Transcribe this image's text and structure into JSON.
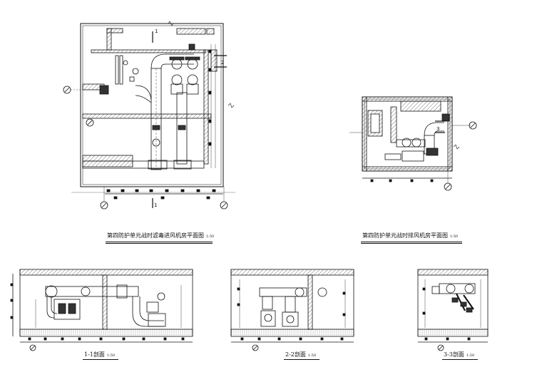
{
  "drawings": {
    "plan_intake": {
      "title": "第四防护单元战时滤毒进风机房平面图",
      "scale": "1:50",
      "mark_top": "1",
      "mark_right": "2",
      "mark_bottom": "1"
    },
    "plan_exhaust": {
      "title": "第四防护单元战时排风机房平面图",
      "scale": "1:50",
      "mark": "3"
    },
    "section_1": {
      "title": "1-1剖面",
      "scale": "1:50"
    },
    "section_2": {
      "title": "2-2剖面",
      "scale": "1:50"
    },
    "section_3": {
      "title": "3-3剖面",
      "scale": "1:50"
    }
  },
  "colors": {
    "line": "#111111",
    "hatch": "#555555",
    "fill_dark": "#333333"
  }
}
